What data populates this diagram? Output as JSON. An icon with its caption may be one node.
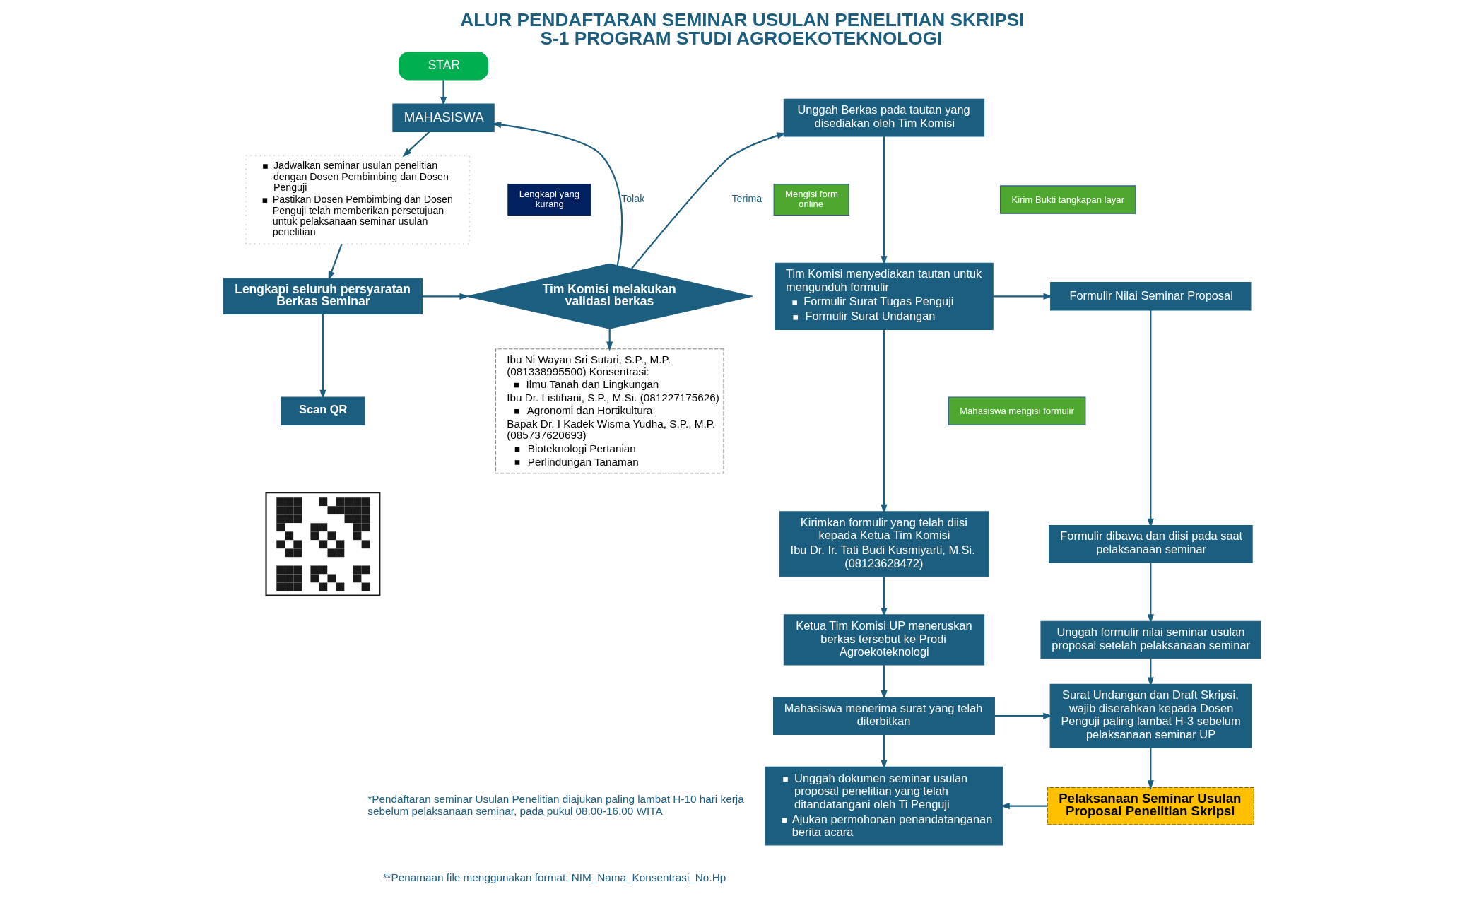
{
  "diagram": {
    "title": "ALUR PENDAFTARAN SEMINAR USULAN PENELITIAN SKRIPSI S-1 PROGRAM STUDI AGROEKOTEKNOLOGI",
    "nodes": [
      {
        "text": [
          "STAR"
        ]
      },
      {
        "text": [
          "MAHASISWA"
        ]
      },
      {
        "text": [
          "Jadwalkan seminar usulan penelitian dengan Dosen Pembimbing dan Dosen Penguji",
          "Pastikan Dosen Pembimbing dan Dosen Penguji telah memberikan persetujuan untuk pelaksanaan seminar usulan penelitian"
        ]
      },
      {
        "text": [
          "Lengkapi seluruh persyaratan Berkas Seminar"
        ]
      },
      {
        "text": [
          "Scan QR"
        ]
      },
      {
        "text": [],
        "shape": "picture"
      },
      {
        "text": [
          "Tim Komisi melakukan validasi berkas"
        ]
      },
      {
        "text": [
          "Lengkapi yang kurang"
        ]
      },
      {
        "text": [
          "Mengisi form online"
        ]
      },
      {
        "text": [
          "Ibu Ni Wayan Sri Sutari, S.P., M.P. (081338995500) Konsentrasi:",
          "Ilmu Tanah dan Lingkungan",
          "Ibu Dr. Listihani, S.P., M.Si. (081227175626)",
          "Agronomi dan Hortikultura",
          "Bapak Dr. I Kadek Wisma Yudha, S.P., M.P. (085737620693)",
          "Bioteknologi Pertanian",
          "Perlindungan Tanaman"
        ]
      },
      {
        "text": [
          "Unggah Berkas pada tautan yang disediakan oleh Tim Komisi"
        ]
      },
      {
        "text": [
          "Kirim Bukti tangkapan layar"
        ]
      },
      {
        "text": [
          "Tim Komisi menyediakan tautan untuk mengunduh formulir",
          "Formulir Surat Tugas Penguji",
          "Formulir Surat Undangan"
        ]
      },
      {
        "text": [
          "Formulir Nilai Seminar Proposal"
        ]
      },
      {
        "text": [
          "Mahasiswa mengisi formulir"
        ]
      },
      {
        "text": [
          "Kirimkan formulir yang telah diisi kepada Ketua Tim Komisi",
          "Ibu Dr. Ir. Tati Budi Kusmiyarti, M.Si. (08123628472)"
        ]
      },
      {
        "text": [
          "Formulir dibawa dan diisi pada saat pelaksanaan seminar"
        ]
      },
      {
        "text": [
          "Ketua Tim Komisi UP meneruskan berkas tersebut ke Prodi Agroekoteknologi"
        ]
      },
      {
        "text": [
          "Unggah formulir nilai seminar usulan proposal setelah pelaksanaan seminar"
        ]
      },
      {
        "text": [
          "Mahasiswa menerima surat yang telah diterbitkan"
        ]
      },
      {
        "text": [
          "Surat Undangan dan Draft Skripsi, wajib diserahkan kepada Dosen Penguji paling lambat H-3 sebelum pelaksanaan seminar UP"
        ]
      },
      {
        "text": [
          "Unggah dokumen seminar usulan proposal penelitian yang telah ditandatangani oleh Ti Penguji",
          "Ajukan permohonan penandatanganan berita acara"
        ]
      },
      {
        "text": [
          "Pelaksanaan Seminar Usulan Proposal Penelitian Skripsi"
        ]
      }
    ],
    "edges": [
      {
        "from": 0,
        "to": 1,
        "arrow": "to"
      },
      {
        "from": 1,
        "to": 2,
        "arrow": "to"
      },
      {
        "from": 2,
        "to": 3,
        "arrow": "to"
      },
      {
        "from": 3,
        "to": 4,
        "arrow": "to"
      },
      {
        "from": 3,
        "to": 6,
        "arrow": "to"
      },
      {
        "from": 6,
        "to": 1,
        "arrow": "to",
        "label": "Tolak"
      },
      {
        "from": 6,
        "to": 10,
        "arrow": "to",
        "label": "Terima"
      },
      {
        "from": 6,
        "to": 9,
        "arrow": "to"
      },
      {
        "from": 10,
        "to": 12,
        "arrow": "to"
      },
      {
        "from": 12,
        "to": 15,
        "arrow": "to"
      },
      {
        "from": 12,
        "to": 13,
        "arrow": "to"
      },
      {
        "from": 15,
        "to": 17,
        "arrow": "to"
      },
      {
        "from": 17,
        "to": 19,
        "arrow": "to"
      },
      {
        "from": 19,
        "to": 21,
        "arrow": "to"
      },
      {
        "from": 19,
        "to": 20,
        "arrow": "to"
      },
      {
        "from": 13,
        "to": 16,
        "arrow": "to"
      },
      {
        "from": 16,
        "to": 18,
        "arrow": "to"
      },
      {
        "from": 18,
        "to": 20,
        "arrow": "to"
      },
      {
        "from": 20,
        "to": 22,
        "arrow": "to"
      },
      {
        "from": 22,
        "to": 21,
        "arrow": "to"
      }
    ],
    "labels": [
      "*Pendaftaran seminar Usulan Penelitian diajukan paling lambat H-10 hari kerja sebelum pelaksanaan seminar, pada pukul 08.00-16.00 WITA",
      "**Penamaan file menggunakan format: NIM_Nama_Konsentrasi_No.Hp"
    ]
  }
}
